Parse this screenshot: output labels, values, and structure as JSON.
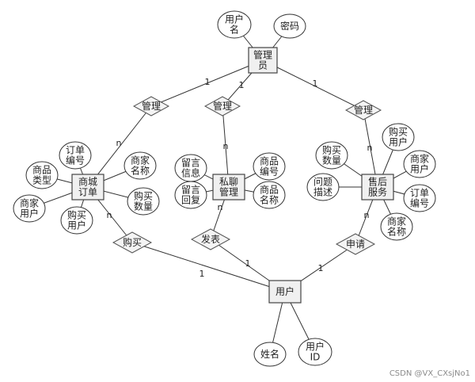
{
  "diagram": {
    "entities": {
      "admin": [
        "管理",
        "员"
      ],
      "order": [
        "商城",
        "订单"
      ],
      "chat": [
        "私聊",
        "管理"
      ],
      "after_sales": [
        "售后",
        "服务"
      ],
      "user": [
        "用户"
      ]
    },
    "relationships": {
      "manage_order": "管理",
      "manage_chat": "管理",
      "manage_after": "管理",
      "buy": "购买",
      "publish": "发表",
      "apply": "申请"
    },
    "attributes": {
      "admin_username": [
        "用户",
        "名"
      ],
      "admin_password": [
        "密码"
      ],
      "order_no": [
        "订单",
        "编号"
      ],
      "order_goods_name": [
        "商家",
        "名称"
      ],
      "order_goods_type": [
        "商品",
        "类型"
      ],
      "order_qty": [
        "购买",
        "数量"
      ],
      "order_merchant_user": [
        "商家",
        "用户"
      ],
      "order_buyer": [
        "购买",
        "用户"
      ],
      "chat_msg_info": [
        "留言",
        "信息"
      ],
      "chat_msg_reply": [
        "留言",
        "回复"
      ],
      "chat_goods_no": [
        "商品",
        "编号"
      ],
      "chat_goods_name": [
        "商品",
        "名称"
      ],
      "as_buy_qty": [
        "购买",
        "数量"
      ],
      "as_buyer": [
        "购买",
        "用户"
      ],
      "as_merchant_user": [
        "商家",
        "用户"
      ],
      "as_problem": [
        "问题",
        "描述"
      ],
      "as_order_no": [
        "订单",
        "编号"
      ],
      "as_merchant_name": [
        "商家",
        "名称"
      ],
      "user_name": [
        "姓名"
      ],
      "user_id": [
        "用户",
        "ID"
      ]
    },
    "cardinalities": {
      "admin_order": "1",
      "admin_chat": "1",
      "admin_after": "1",
      "order_manage": "n",
      "chat_manage": "n",
      "after_manage": "n",
      "order_buy": "n",
      "buy_user": "1",
      "chat_publish": "n",
      "publish_user": "1",
      "after_apply": "n",
      "apply_user": "1"
    }
  },
  "watermark": "CSDN @VX_CXsjNo1"
}
